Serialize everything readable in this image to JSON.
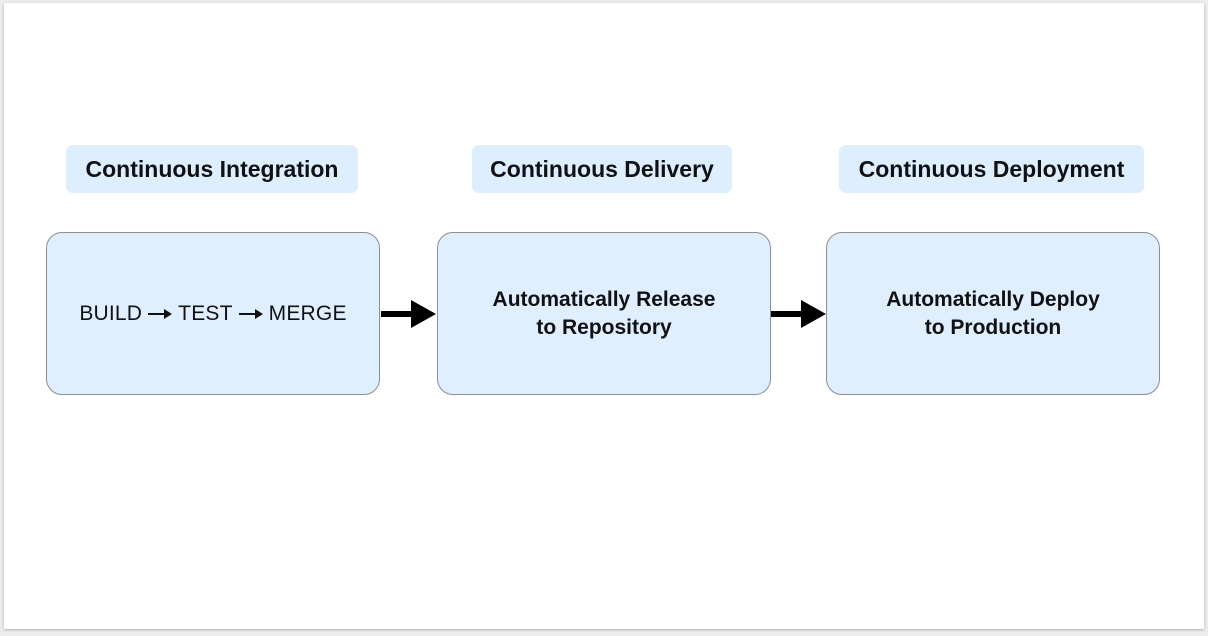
{
  "phases": [
    {
      "label": "Continuous Integration"
    },
    {
      "label": "Continuous Delivery"
    },
    {
      "label": "Continuous Deployment"
    }
  ],
  "stages": {
    "integration": {
      "steps": [
        "BUILD",
        "TEST",
        "MERGE"
      ]
    },
    "delivery": {
      "line1": "Automatically Release",
      "line2": "to Repository"
    },
    "deployment": {
      "line1": "Automatically Deploy",
      "line2": "to Production"
    }
  },
  "colors": {
    "box_fill": "#e0efff",
    "label_fill": "#dceeff",
    "border": "#8a8f96",
    "arrow": "#000000"
  }
}
